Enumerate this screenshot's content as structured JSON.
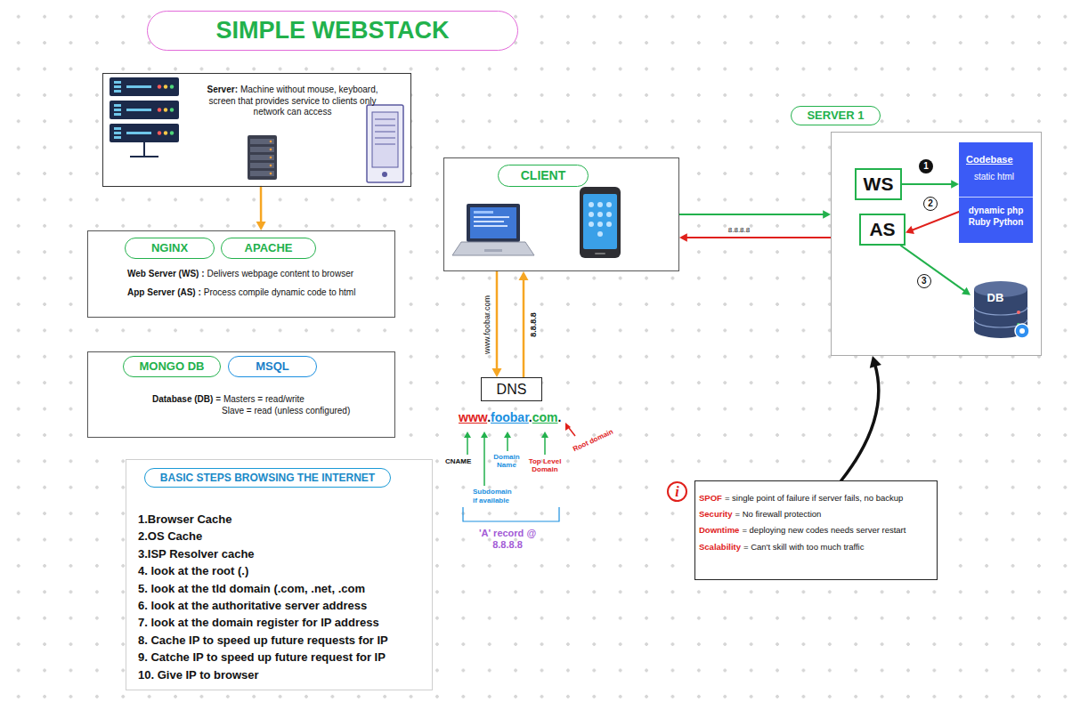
{
  "diagram": {
    "title": "SIMPLE WEBSTACK",
    "nodes": [
      {
        "text": [
          "Server:",
          "Machine without mouse, keyboard, screen that provides service to clients only network can access"
        ]
      },
      {
        "text": [
          "Web Server (WS) :",
          "Delivers webpage content to browser",
          "App Server (AS) :",
          "Process compile dynamic code to html"
        ]
      },
      {
        "text": [
          "NGINX"
        ],
        "in": 1
      },
      {
        "text": [
          "APACHE"
        ],
        "in": 1
      },
      {
        "text": [
          "Database (DB)",
          "= Masters = read/write",
          "Slave = read (unless configured)"
        ]
      },
      {
        "text": [
          "MONGO DB"
        ],
        "in": 4
      },
      {
        "text": [
          "MSQL"
        ],
        "in": 4
      },
      {
        "text": [
          "1.Browser Cache",
          "2.OS Cache",
          "3.ISP Resolver cache",
          "4. look at the root (.)",
          "5. look at the tld domain (.com, .net, .com",
          "6. look at the authoritative server address",
          "7. look at the domain register for IP address",
          "8. Cache IP to speed up future requests for IP",
          "9. Catche IP to speed up future request for IP",
          "10. Give IP to browser"
        ]
      },
      {
        "text": [
          "BASIC STEPS BROWSING THE INTERNET"
        ],
        "in": 7
      },
      {
        "text": [
          "CLIENT"
        ]
      },
      {
        "text": [
          "DNS"
        ]
      },
      {
        "text": [
          "SERVER 1"
        ]
      },
      {
        "text": [
          "WS"
        ],
        "in": 11
      },
      {
        "text": [
          "AS"
        ],
        "in": 11
      },
      {
        "text": [
          "Codebase",
          "static html",
          "dynamic php Ruby Python"
        ],
        "in": 11
      },
      {
        "text": [
          "DB"
        ],
        "in": 11
      },
      {
        "text": [
          "SPOF",
          "= single point of failure if server fails, no backup",
          "Security",
          "= No firewall protection",
          "Downtime",
          "= deploying new codes needs server restart",
          "Scalability",
          "= Can't skill with too much traffic"
        ]
      }
    ],
    "edges": [
      {
        "from": 0,
        "to": 1,
        "arrow": "to"
      },
      {
        "from": 9,
        "to": 10,
        "label": "www.foobar.com",
        "arrow": "to"
      },
      {
        "from": 10,
        "to": 9,
        "label": "8.8.8.8",
        "arrow": "to"
      },
      {
        "from": 9,
        "to": 11,
        "arrow": "to"
      },
      {
        "from": 11,
        "to": 9,
        "label": "8.8.8.8",
        "arrow": "to"
      },
      {
        "from": 12,
        "to": 14,
        "label": "1",
        "arrow": "to"
      },
      {
        "from": 14,
        "to": 13,
        "label": "2",
        "arrow": "to"
      },
      {
        "from": 13,
        "to": 15,
        "label": "3",
        "arrow": "to"
      },
      {
        "from": 16,
        "to": 11,
        "arrow": "to"
      }
    ],
    "labels": [
      "www",
      ".",
      "foobar",
      ".",
      "com",
      ".",
      "CNAME",
      "Domain Name",
      "Top Level Domain",
      "Root domain",
      "Subdomain if available",
      "'A' record @ 8.8.8.8",
      "i"
    ]
  }
}
